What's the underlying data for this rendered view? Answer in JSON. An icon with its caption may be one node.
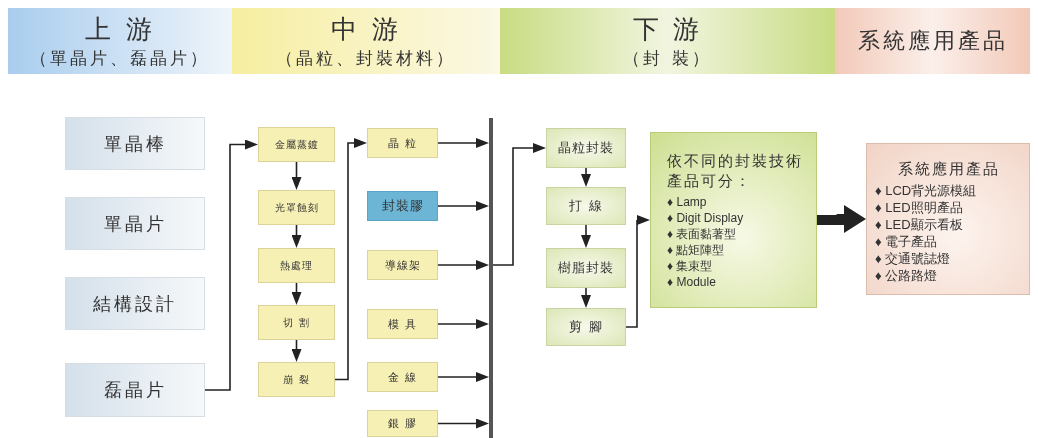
{
  "diagram": {
    "nodes": [
      {
        "text": [
          "上 游",
          "（單晶片、磊晶片）"
        ]
      },
      {
        "text": [
          "中 游",
          "（晶粒、封裝材料）"
        ]
      },
      {
        "text": [
          "下 游",
          "（封 裝）"
        ]
      },
      {
        "text": [
          "系統應用產品"
        ]
      },
      {
        "text": [
          "單晶棒"
        ]
      },
      {
        "text": [
          "單晶片"
        ]
      },
      {
        "text": [
          "結構設計"
        ]
      },
      {
        "text": [
          "磊晶片"
        ]
      },
      {
        "text": [
          "金屬蒸鍍"
        ]
      },
      {
        "text": [
          "光罩蝕刻"
        ]
      },
      {
        "text": [
          "熱處理"
        ]
      },
      {
        "text": [
          "切 割"
        ]
      },
      {
        "text": [
          "崩 裂"
        ]
      },
      {
        "text": [
          "晶 粒"
        ]
      },
      {
        "text": [
          "封裝膠"
        ]
      },
      {
        "text": [
          "導線架"
        ]
      },
      {
        "text": [
          "模 具"
        ]
      },
      {
        "text": [
          "金 線"
        ]
      },
      {
        "text": [
          "銀 膠"
        ]
      },
      {
        "text": [],
        "shape": "bar"
      },
      {
        "text": [
          "晶粒封裝"
        ]
      },
      {
        "text": [
          "打 線"
        ]
      },
      {
        "text": [
          "樹脂封裝"
        ]
      },
      {
        "text": [
          "剪 腳"
        ]
      },
      {
        "text": [
          "依不同的封裝技術產品可分：",
          "♦ Lamp",
          "♦ Digit Display",
          "♦ 表面黏著型",
          "♦ 點矩陣型",
          "♦ 集束型",
          "♦ Module"
        ]
      },
      {
        "text": [
          "系統應用產品",
          "♦ LCD背光源模組",
          "♦ LED照明產品",
          "♦ LED顯示看板",
          "♦ 電子產品",
          "♦ 交通號誌燈",
          "♦ 公路路燈"
        ]
      }
    ],
    "edges": [
      {
        "from": 7,
        "to": 8,
        "arrow": "to"
      },
      {
        "from": 8,
        "to": 9,
        "arrow": "to"
      },
      {
        "from": 9,
        "to": 10,
        "arrow": "to"
      },
      {
        "from": 10,
        "to": 11,
        "arrow": "to"
      },
      {
        "from": 11,
        "to": 12,
        "arrow": "to"
      },
      {
        "from": 12,
        "to": 13,
        "arrow": "to"
      },
      {
        "from": 13,
        "to": 19,
        "arrow": "to"
      },
      {
        "from": 14,
        "to": 19,
        "arrow": "to"
      },
      {
        "from": 15,
        "to": 19,
        "arrow": "to"
      },
      {
        "from": 16,
        "to": 19,
        "arrow": "to"
      },
      {
        "from": 17,
        "to": 19,
        "arrow": "to"
      },
      {
        "from": 18,
        "to": 19,
        "arrow": "to"
      },
      {
        "from": 19,
        "to": 20,
        "arrow": "to"
      },
      {
        "from": 20,
        "to": 21,
        "arrow": "to"
      },
      {
        "from": 21,
        "to": 22,
        "arrow": "to"
      },
      {
        "from": 22,
        "to": 23,
        "arrow": "to"
      },
      {
        "from": 23,
        "to": 24,
        "arrow": "to"
      },
      {
        "from": 24,
        "to": 25,
        "arrow": "to",
        "style": "thick"
      }
    ]
  }
}
